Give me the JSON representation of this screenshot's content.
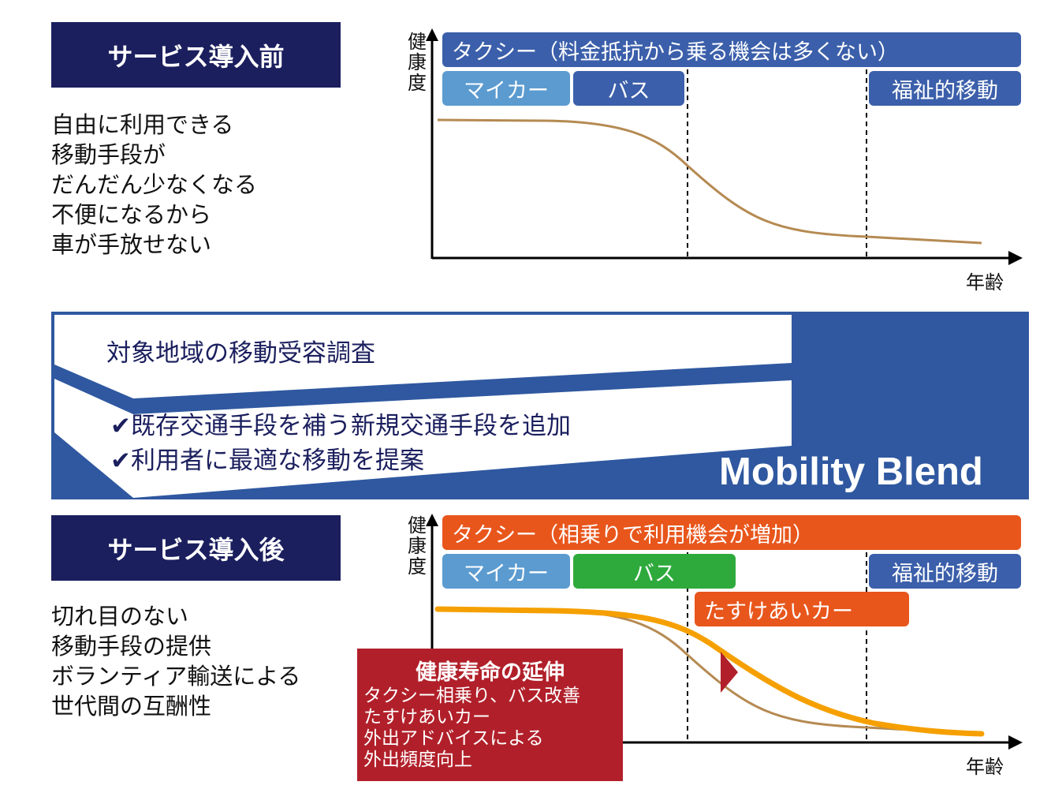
{
  "top": {
    "title": "サービス導入前",
    "description": [
      "自由に利用できる",
      "移動手段が",
      "だんだん少なくなる",
      "不便になるから",
      "車が手放せない"
    ],
    "chart": {
      "ylabel": "健康度",
      "xlabel": "年齢",
      "bars": {
        "taxi": "タクシー（料金抵抗から乗る機会は多くない）",
        "mycar": "マイカー",
        "bus": "バス",
        "welfare": "福祉的移動"
      }
    }
  },
  "middle": {
    "survey": "対象地域の移動受容調査",
    "bullets": [
      "✔既存交通手段を補う新規交通手段を追加",
      "✔利用者に最適な移動を提案"
    ],
    "brand": "Mobility Blend"
  },
  "bottom": {
    "title": "サービス導入後",
    "description": [
      "切れ目のない",
      "移動手段の提供",
      "ボランティア輸送による",
      "世代間の互酬性"
    ],
    "chart": {
      "ylabel": "健康度",
      "xlabel": "年齢",
      "bars": {
        "taxi": "タクシー（相乗りで利用機会が増加）",
        "mycar": "マイカー",
        "bus": "バス",
        "welfare": "福祉的移動",
        "tasukeai": "たすけあいカー"
      }
    },
    "callout": {
      "title": "健康寿命の延伸",
      "lines": [
        "タクシー相乗り、バス改善",
        "たすけあいカー",
        "外出アドバイスによる",
        "外出頻度向上"
      ]
    }
  },
  "colors": {
    "navy": "#1b1f5e",
    "blue_bar": "#3b5faa",
    "light_blue": "#5b9bd0",
    "orange": "#e8561c",
    "green": "#2eaa3c",
    "curve_brown": "#b58a52",
    "curve_orange": "#f5a000",
    "callout_red": "#b1202a",
    "band_blue": "#2f58a0"
  }
}
